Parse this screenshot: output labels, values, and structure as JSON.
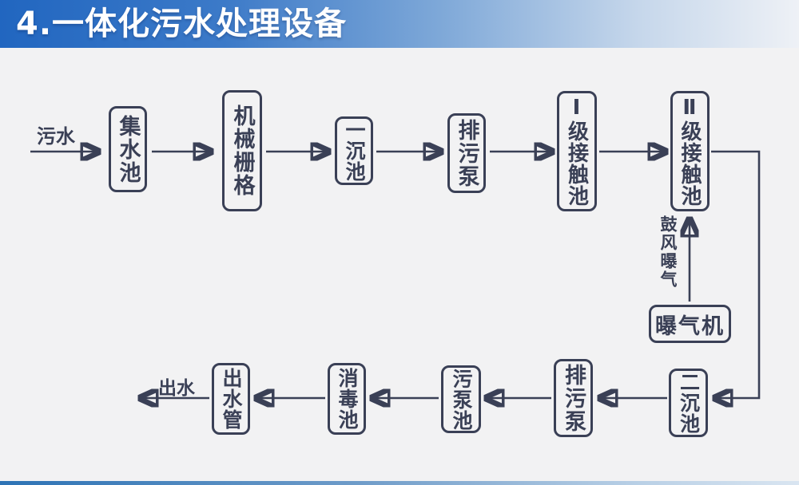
{
  "title": "4.一体化污水处理设备",
  "colors": {
    "header-blue": "#2166c0",
    "line-dark": "#3a4056",
    "background": "#f2f2f3",
    "footer-blue": "#2d73b5"
  },
  "diagram": {
    "input_label": "污水",
    "output_label": "出水",
    "aeration_flow_label": "鼓风曝气",
    "nodes": {
      "collection_tank": "集水池",
      "mechanical_screen": "机械栅格",
      "primary_sedimentation_tank": "一沉池",
      "sewage_pump_top": "排污泵",
      "stage1_contact_tank": "Ⅰ级接触池",
      "stage2_contact_tank": "Ⅱ级接触池",
      "aerator": "曝气机",
      "secondary_sedimentation_tank": "二沉池",
      "sewage_pump_bottom": "排污泵",
      "sludge_pump_tank": "污泵池",
      "disinfection_tank": "消毒池",
      "outlet_pipe": "出水管"
    }
  }
}
